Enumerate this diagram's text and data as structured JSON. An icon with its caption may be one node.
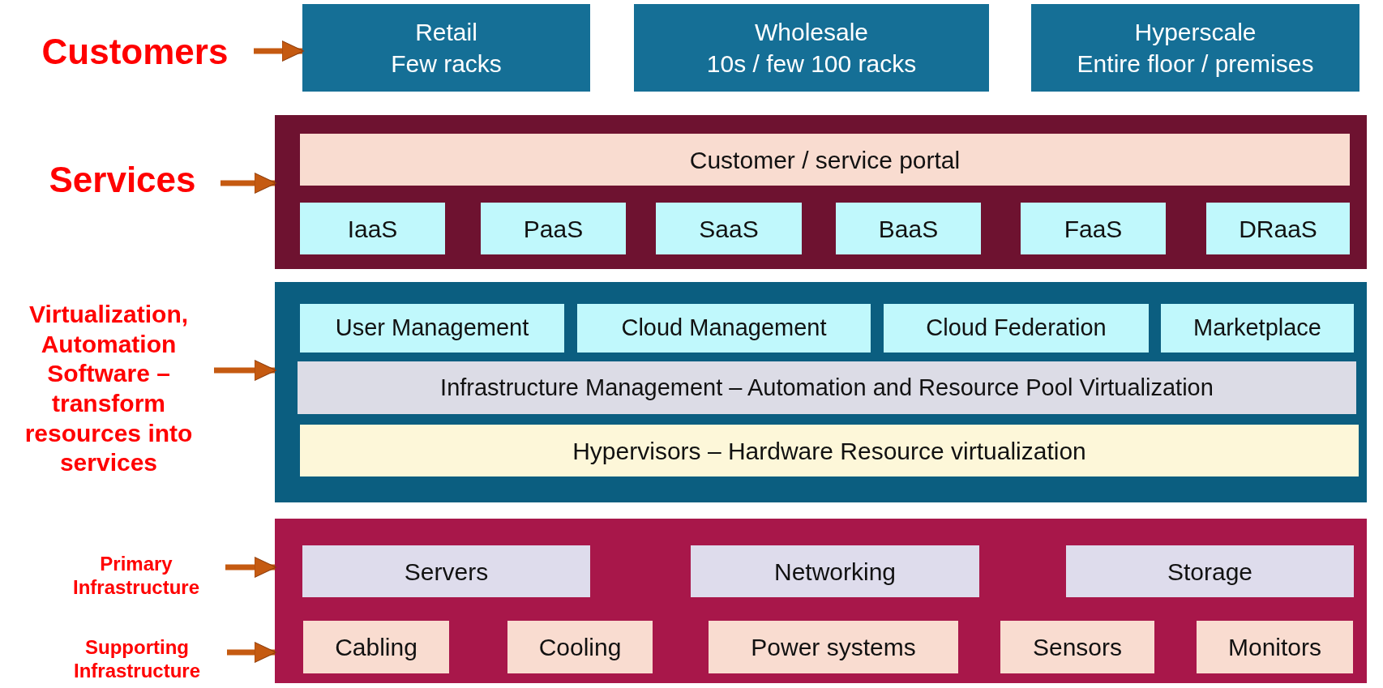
{
  "diagram": {
    "nodes": [
      {
        "text": [
          "Customers"
        ]
      },
      {
        "text": [
          "Retail",
          "Few racks"
        ]
      },
      {
        "text": [
          "Wholesale",
          "10s / few 100 racks"
        ]
      },
      {
        "text": [
          "Hyperscale",
          "Entire floor / premises"
        ]
      },
      {
        "text": [
          "Services"
        ]
      },
      {
        "text": [],
        "shape": "box"
      },
      {
        "text": [
          "Customer / service portal"
        ],
        "in": 5
      },
      {
        "text": [
          "IaaS"
        ],
        "in": 5
      },
      {
        "text": [
          "PaaS"
        ],
        "in": 5
      },
      {
        "text": [
          "SaaS"
        ],
        "in": 5
      },
      {
        "text": [
          "BaaS"
        ],
        "in": 5
      },
      {
        "text": [
          "FaaS"
        ],
        "in": 5
      },
      {
        "text": [
          "DRaaS"
        ],
        "in": 5
      },
      {
        "text": [
          "Virtualization, Automation Software – transform resources into services"
        ]
      },
      {
        "text": [],
        "shape": "box"
      },
      {
        "text": [
          "User Management"
        ],
        "in": 14
      },
      {
        "text": [
          "Cloud Management"
        ],
        "in": 14
      },
      {
        "text": [
          "Cloud Federation"
        ],
        "in": 14
      },
      {
        "text": [
          "Marketplace"
        ],
        "in": 14
      },
      {
        "text": [
          "Infrastructure Management – Automation and Resource Pool Virtualization"
        ],
        "in": 14
      },
      {
        "text": [
          "Hypervisors – Hardware Resource virtualization"
        ],
        "in": 14
      },
      {
        "text": [
          "Primary Infrastructure"
        ]
      },
      {
        "text": [
          "Supporting Infrastructure"
        ]
      },
      {
        "text": [],
        "shape": "box"
      },
      {
        "text": [
          "Servers"
        ],
        "in": 23
      },
      {
        "text": [
          "Networking"
        ],
        "in": 23
      },
      {
        "text": [
          "Storage"
        ],
        "in": 23
      },
      {
        "text": [
          "Cabling"
        ],
        "in": 23
      },
      {
        "text": [
          "Cooling"
        ],
        "in": 23
      },
      {
        "text": [
          "Power systems"
        ],
        "in": 23
      },
      {
        "text": [
          "Sensors"
        ],
        "in": 23
      },
      {
        "text": [
          "Monitors"
        ],
        "in": 23
      }
    ],
    "edges": [
      {
        "from": 0,
        "to": 1,
        "arrow": "to"
      },
      {
        "from": 4,
        "to": 5,
        "arrow": "to"
      },
      {
        "from": 13,
        "to": 14,
        "arrow": "to"
      },
      {
        "from": 21,
        "to": 23,
        "arrow": "to"
      },
      {
        "from": 22,
        "to": 23,
        "arrow": "to"
      }
    ]
  }
}
